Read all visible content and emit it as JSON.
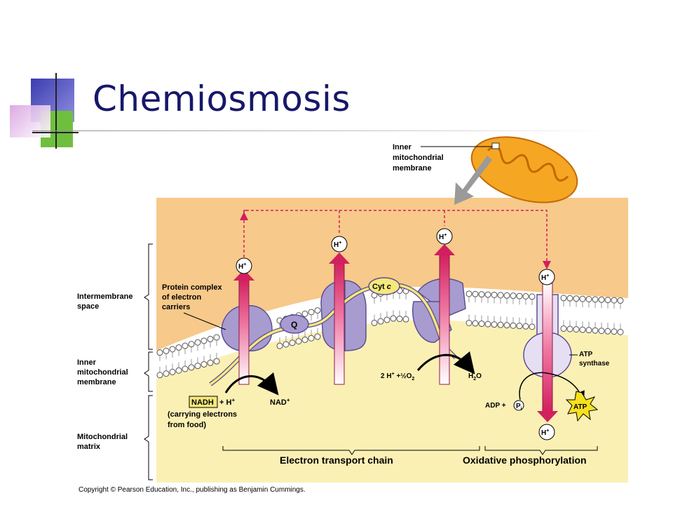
{
  "slide": {
    "title": "Chemiosmosis",
    "copyright": "Copyright © Pearson Education, Inc., publishing as Benjamin Cummings."
  },
  "diagram": {
    "mito_label": [
      "Inner",
      "mitochondrial",
      "membrane"
    ],
    "regions": {
      "intermembrane": [
        "Intermembrane",
        "space"
      ],
      "inner_membrane": [
        "Inner",
        "mitochondrial",
        "membrane"
      ],
      "matrix": [
        "Mitochondrial",
        "matrix"
      ]
    },
    "complex_label": [
      "Protein complex",
      "of electron",
      "carriers"
    ],
    "h_plus": "H",
    "h_plus_sup": "+",
    "q": "Q",
    "cyt_c": "Cyt",
    "cyt_c_italic": "c",
    "nadh": "NADH",
    "nadh_plus": "+ H",
    "nad_plus": "NAD",
    "sup_plus": "+",
    "carrying": [
      "(carrying electrons",
      "from food)"
    ],
    "water_left": "2 H",
    "water_mid": "+½O",
    "water_sub": "2",
    "water_product": "H",
    "water_product_sub": "2",
    "water_product_o": "O",
    "atp_synthase": [
      "ATP",
      "synthase"
    ],
    "adp": "ADP +",
    "pi_p": "P",
    "pi_i": "i",
    "atp": "ATP",
    "etc_label": "Electron transport chain",
    "oxphos_label": "Oxidative phosphorylation",
    "colors": {
      "intermembrane_bg": "#f7c98a",
      "matrix_bg": "#fbf0b4",
      "protein": "#a79bd0",
      "arrow_h": "#d21f5e",
      "electron_path": "#f6e87a",
      "mitochondrion": "#f5a623"
    }
  }
}
